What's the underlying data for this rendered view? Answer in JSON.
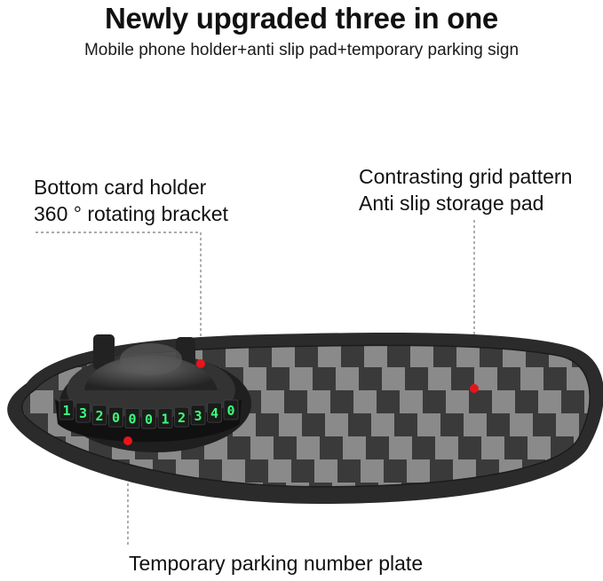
{
  "header": {
    "title": "Newly upgraded three in one",
    "subtitle": "Mobile phone holder+anti slip pad+temporary parking sign"
  },
  "callouts": {
    "left": {
      "line1": "Bottom card holder",
      "line2": "360 ° rotating bracket"
    },
    "right": {
      "line1": "Contrasting grid pattern",
      "line2": "Anti slip storage pad"
    },
    "bottom": {
      "line1": "Temporary parking number plate"
    }
  },
  "number_plate": {
    "digits": [
      "1",
      "3",
      "2",
      "0",
      "0",
      "0",
      "1",
      "2",
      "3",
      "4",
      "0"
    ]
  },
  "colors": {
    "pad_outer": "#2b2b2b",
    "checker_dark": "#3a3a3a",
    "checker_light": "#8a8a8a",
    "digit_glow": "#3cff7a",
    "marker": "#e8141c"
  }
}
